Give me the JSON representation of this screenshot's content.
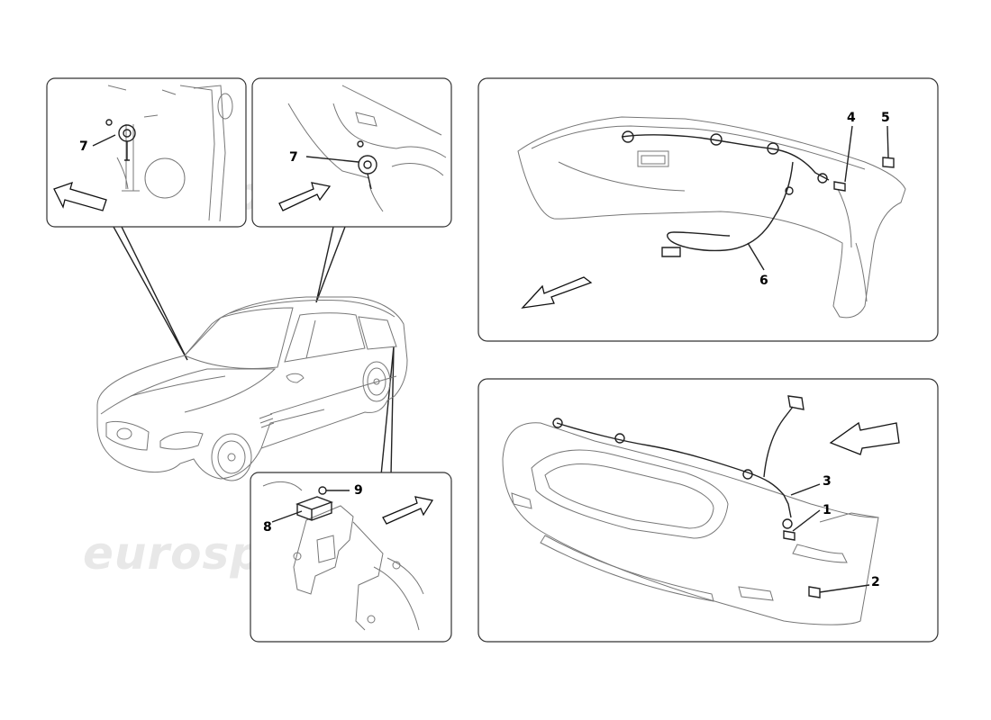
{
  "watermark": "eurospares",
  "panels": {
    "detail_left": {
      "callouts": [
        "7"
      ]
    },
    "detail_right": {
      "callouts": [
        "7"
      ]
    },
    "detail_bottom": {
      "callouts": [
        "8",
        "9"
      ]
    },
    "rear_bumper": {
      "callouts": [
        "4",
        "5",
        "6"
      ]
    },
    "front_bumper": {
      "callouts": [
        "1",
        "2",
        "3"
      ]
    }
  },
  "colors": {
    "line": "#777777",
    "dark_line": "#222222",
    "watermark": "#e8e8e8",
    "frame": "#333333"
  }
}
